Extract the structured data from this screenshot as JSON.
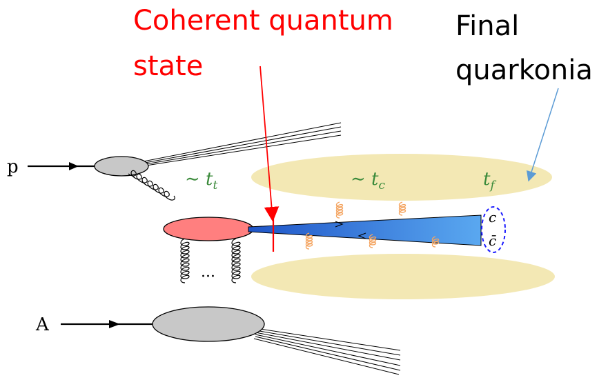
{
  "labels": {
    "coherent_line1": "Coherent quantum",
    "coherent_line2": "state",
    "final_line1": "Final",
    "final_line2": "quarkonia"
  },
  "diagram": {
    "proton": "p",
    "nucleus": "A",
    "time_tt": "∼ t",
    "time_tt_sub": "t",
    "time_tc": "∼ t",
    "time_tc_sub": "c",
    "time_tf": "t",
    "time_tf_sub": "f",
    "quark": "c",
    "antiquark": "c̄",
    "dots": "···"
  },
  "colors": {
    "red_label": "#ff0000",
    "arrow_blue": "#5b9bd5",
    "medium": "#f3e8b4",
    "blob_red": "#ff7f7f",
    "blob_gray": "#c8c8c8",
    "cone_blue": "#3d8fe0",
    "gluon_orange": "#f4a460",
    "pair_dashed": "#1a1aff"
  }
}
